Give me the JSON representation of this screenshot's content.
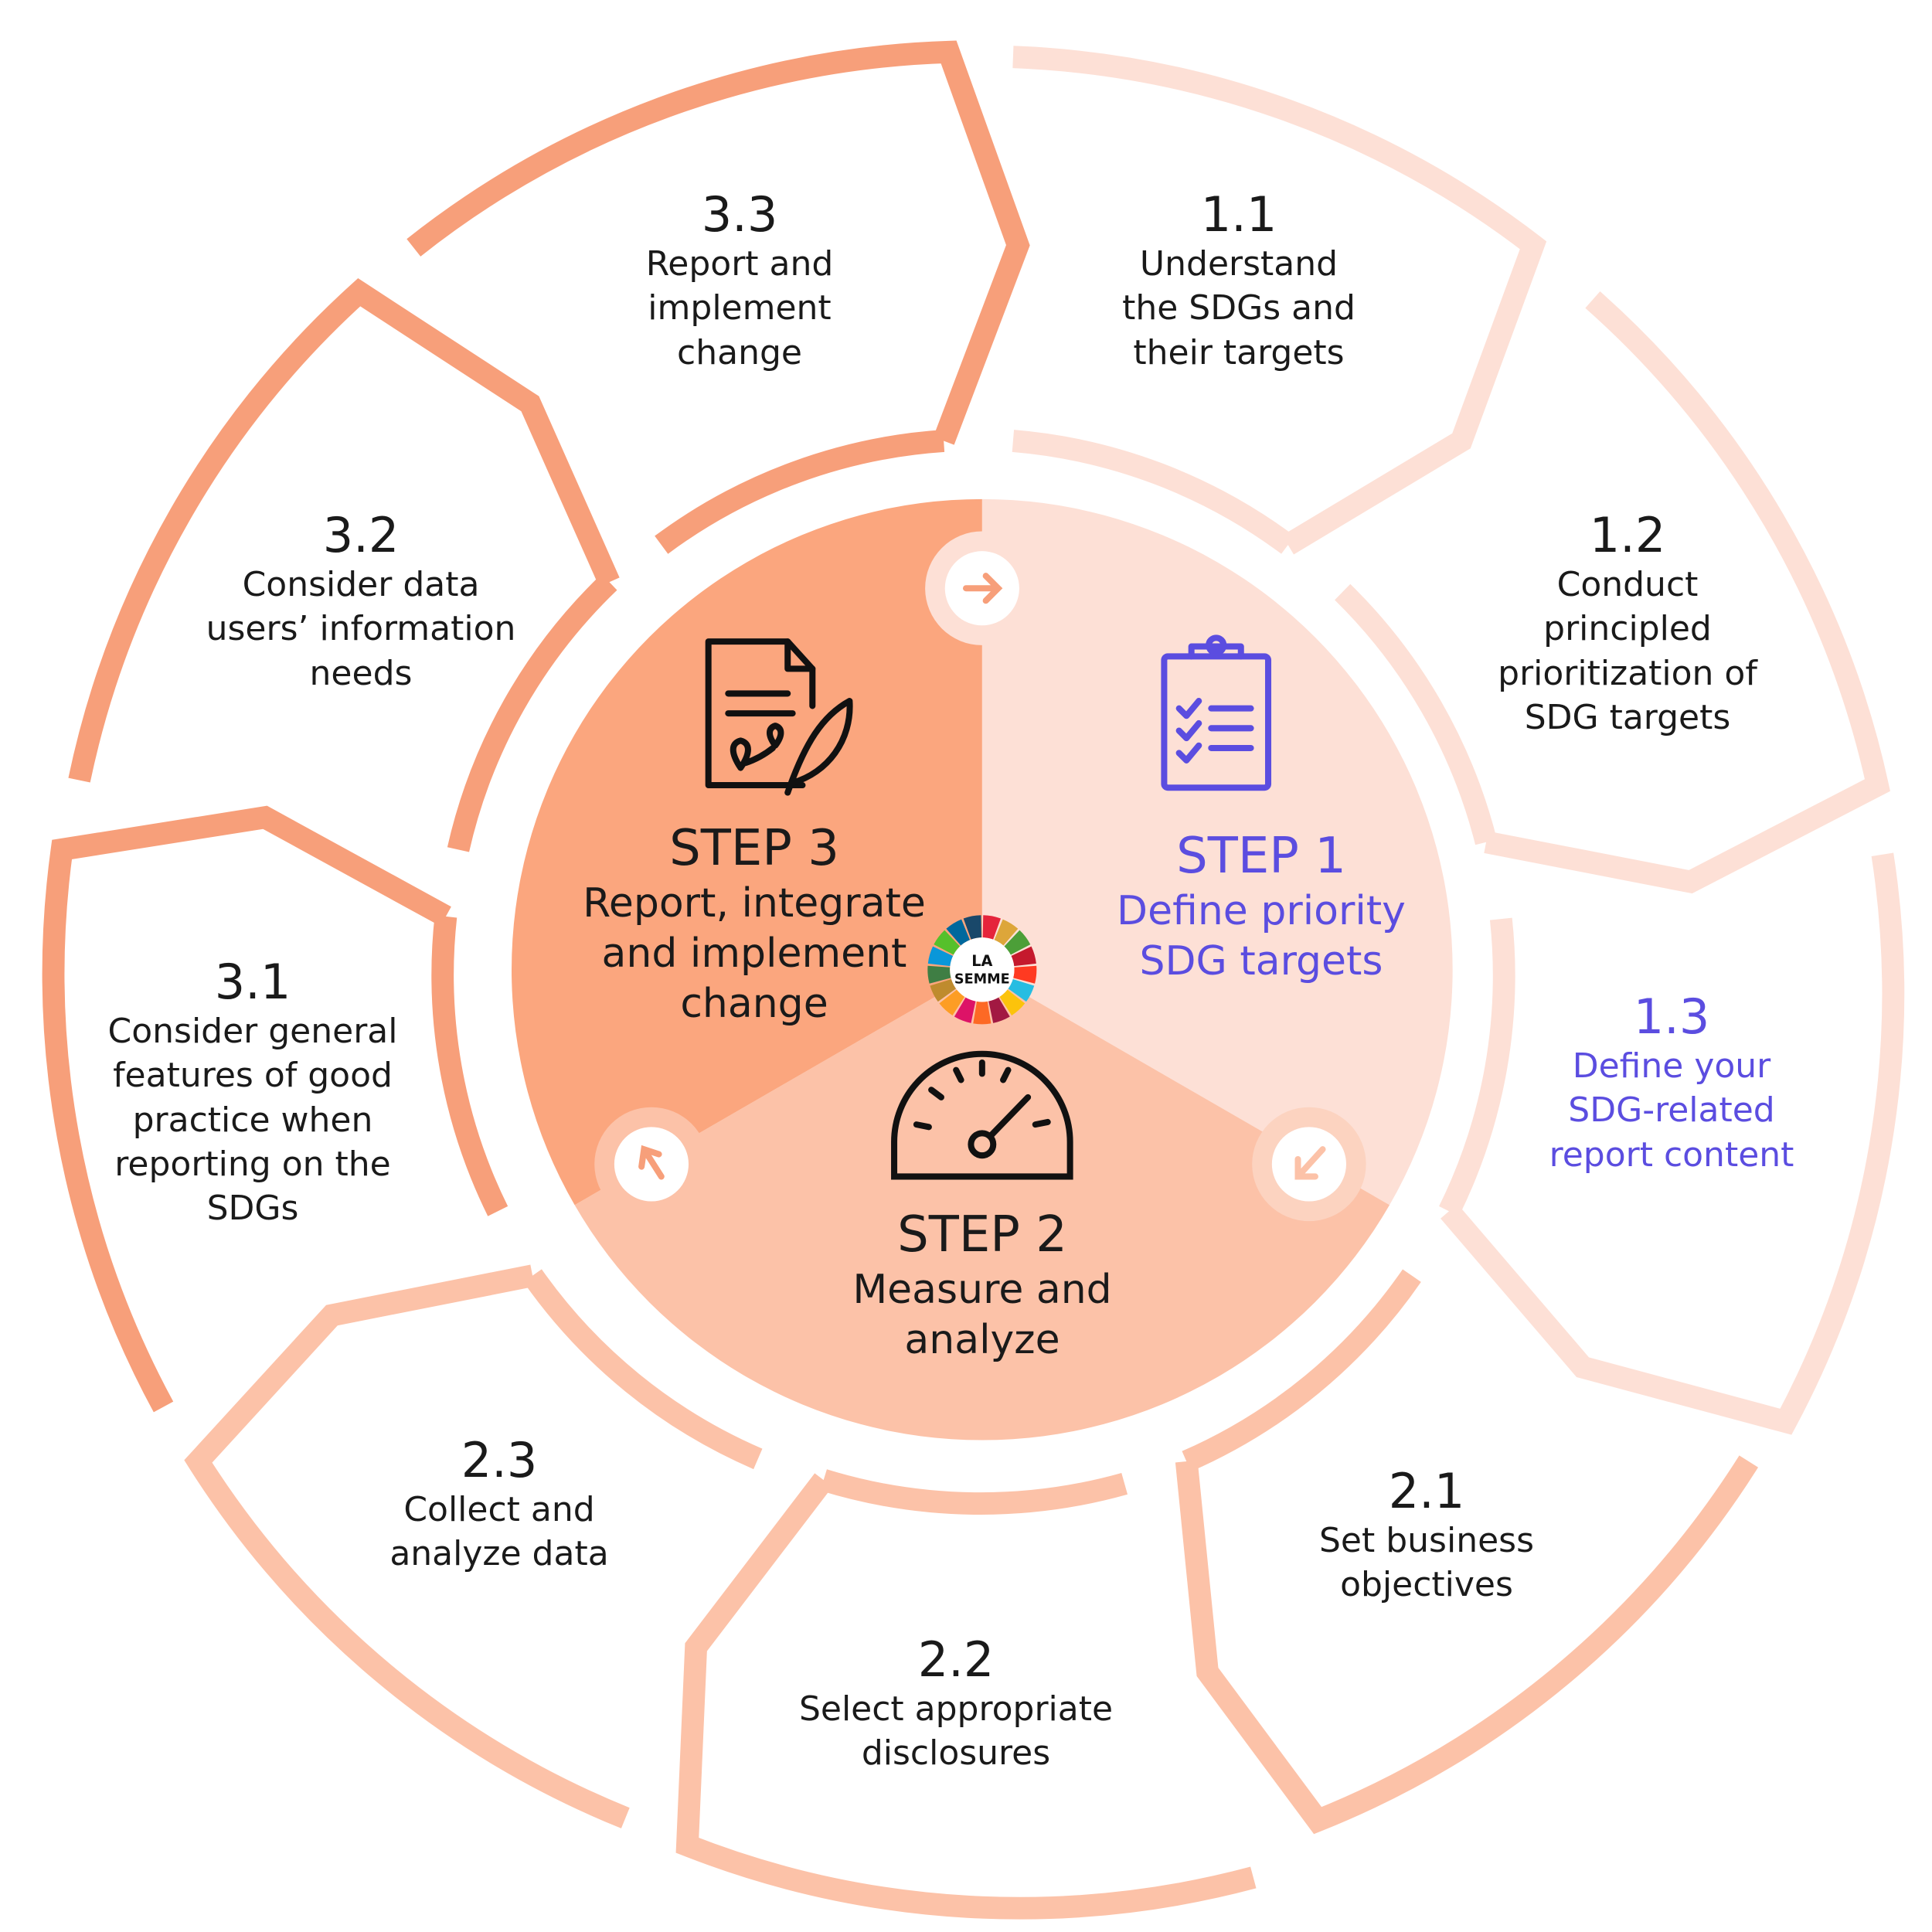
{
  "steps": [
    {
      "title": "STEP 1",
      "subtitle": "Define priority\nSDG targets"
    },
    {
      "title": "STEP 2",
      "subtitle": "Measure and\nanalyze"
    },
    {
      "title": "STEP 3",
      "subtitle": "Report, integrate\nand implement\nchange"
    }
  ],
  "segments": [
    {
      "num": "1.1",
      "label": "Understand\nthe SDGs and\ntheir targets"
    },
    {
      "num": "1.2",
      "label": "Conduct\nprincipled\nprioritization of\nSDG targets"
    },
    {
      "num": "1.3",
      "label": "Define your\nSDG-related\nreport content"
    },
    {
      "num": "2.1",
      "label": "Set business\nobjectives"
    },
    {
      "num": "2.2",
      "label": "Select appropriate\ndisclosures"
    },
    {
      "num": "2.3",
      "label": "Collect and\nanalyze data"
    },
    {
      "num": "3.1",
      "label": "Consider general\nfeatures of good\npractice when\nreporting on the\nSDGs"
    },
    {
      "num": "3.2",
      "label": "Consider data\nusers’ information\nneeds"
    },
    {
      "num": "3.3",
      "label": "Report and\nimplement\nchange"
    }
  ],
  "logo": {
    "line1": "LA",
    "line2": "SEMME"
  },
  "colors": {
    "step1": "#fde0d6",
    "step2": "#fcc2a8",
    "step3": "#fba67e",
    "ring1": "#fde0d6",
    "ring2": "#fcc2a8",
    "ring3": "#f79f7a",
    "accent_purple": "#5b4de0"
  },
  "icons": [
    "arrow-right-icon",
    "arrow-down-left-icon",
    "arrow-up-left-icon",
    "clipboard-checklist-icon",
    "speedometer-icon",
    "document-feather-icon",
    "sdg-wheel-logo-icon"
  ]
}
